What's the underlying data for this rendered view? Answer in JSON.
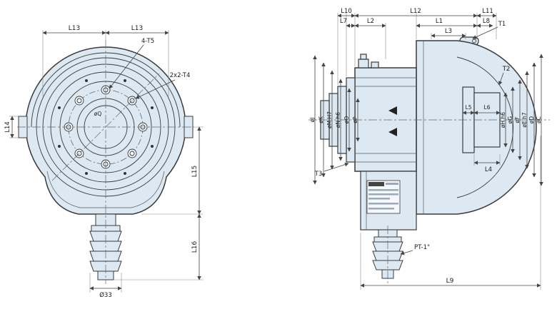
{
  "meta": {
    "description": "Two-view dimensional engineering drawing of a rotary table / rotary actuator with hose fitting"
  },
  "colors": {
    "body_fill": "#dde9f2",
    "line": "#3a3a3a",
    "dim": "#444444",
    "background": "#ffffff"
  },
  "front_view": {
    "l13_left": "L13",
    "l13_right": "L13",
    "t5_note": "4-T5",
    "t4_note": "2x2-T4",
    "l14": "L14",
    "l15": "L15",
    "l16": "L16",
    "dia33": "Ø33",
    "center_bore": "øQ"
  },
  "side_view": {
    "l10": "L10",
    "l12": "L12",
    "l11": "L11",
    "l7": "L7",
    "l2": "L2",
    "l1": "L1",
    "l8": "L8",
    "l3": "L3",
    "l9": "L9",
    "l4": "L4",
    "l5": "L5",
    "l6": "L6",
    "t1": "T1",
    "t2": "T2",
    "t3": "T3",
    "pt": "PT-1\"",
    "dia_left": [
      "øJ",
      "øK",
      "øM H7",
      "øN h6",
      "øO",
      "øP"
    ],
    "dia_right": [
      "øH h6",
      "øG",
      "øF",
      "øE h7",
      "øD",
      "øC"
    ]
  }
}
